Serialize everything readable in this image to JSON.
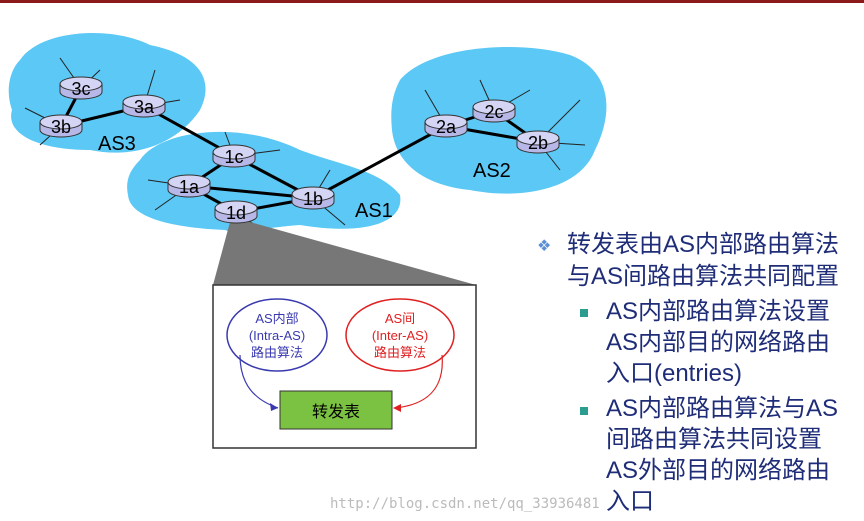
{
  "diagram": {
    "routers": [
      "3c",
      "3b",
      "3a",
      "1c",
      "1a",
      "1d",
      "1b",
      "2a",
      "2c",
      "2b"
    ],
    "as_labels": [
      "AS3",
      "AS1",
      "AS2"
    ],
    "inset": {
      "intra": [
        "AS内部",
        "(Intra-AS)",
        "路由算法"
      ],
      "inter": [
        "AS间",
        "(Inter-AS)",
        "路由算法"
      ],
      "table": "转发表"
    },
    "colors": {
      "cloud": "#5bc8f5",
      "router": "#c8c8f0",
      "intra": "#3a3ab0",
      "inter": "#e02020",
      "table": "#7cc242"
    }
  },
  "bullets": {
    "main": [
      "转发表由AS内部路由算法",
      "与AS间路由算法共同配置"
    ],
    "sub1": [
      "AS内部路由算法设置",
      "AS内部目的网络路由",
      "入口(entries)"
    ],
    "sub2": [
      "AS内部路由算法与AS",
      "间路由算法共同设置",
      "AS外部目的网络路由",
      "入口"
    ]
  },
  "watermark": "http://blog.csdn.net/qq_33936481"
}
